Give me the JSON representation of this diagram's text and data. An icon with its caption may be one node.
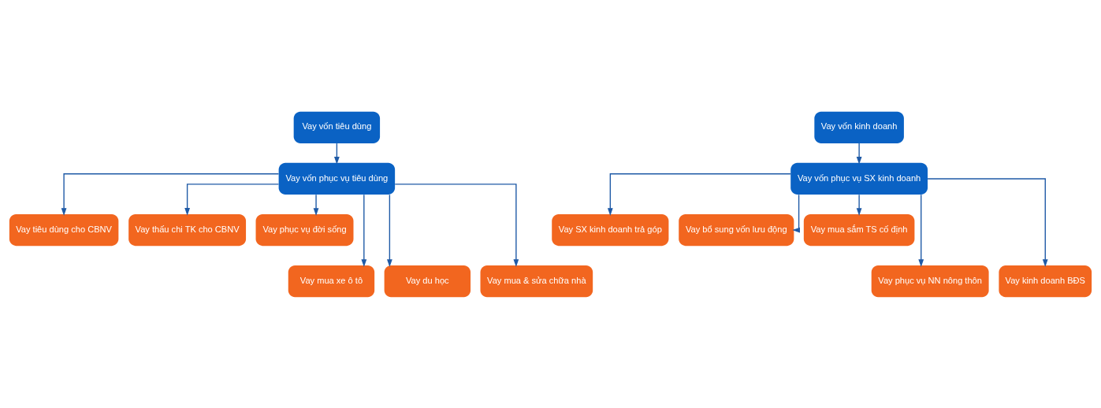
{
  "diagram": {
    "nodes": [
      {
        "text": [
          "Vay vốn tiêu dùng"
        ]
      },
      {
        "text": [
          "Vay vốn phục vụ tiêu dùng"
        ]
      },
      {
        "text": [
          "Vay tiêu dùng cho CBNV"
        ]
      },
      {
        "text": [
          "Vay thấu chi TK cho CBNV"
        ]
      },
      {
        "text": [
          "Vay phục vụ đời sống"
        ]
      },
      {
        "text": [
          "Vay mua xe ô tô"
        ]
      },
      {
        "text": [
          "Vay du học"
        ]
      },
      {
        "text": [
          "Vay mua & sửa chữa nhà"
        ]
      },
      {
        "text": [
          "Vay vốn kinh doanh"
        ]
      },
      {
        "text": [
          "Vay vốn phục vụ SX kinh doanh"
        ]
      },
      {
        "text": [
          "Vay SX kinh doanh trả góp"
        ]
      },
      {
        "text": [
          "Vay bổ sung vốn lưu động"
        ]
      },
      {
        "text": [
          "Vay mua sắm TS cố định"
        ]
      },
      {
        "text": [
          "Vay phục vụ NN nông thôn"
        ]
      },
      {
        "text": [
          "Vay kinh doanh BĐS"
        ]
      }
    ],
    "edges": [
      {
        "from": 0,
        "to": 1,
        "arrow": "to"
      },
      {
        "from": 1,
        "to": 2,
        "arrow": "to"
      },
      {
        "from": 1,
        "to": 5,
        "arrow": "to"
      },
      {
        "from": 1,
        "to": 3,
        "arrow": "to"
      },
      {
        "from": 1,
        "to": 6,
        "arrow": "to"
      },
      {
        "from": 1,
        "to": 4,
        "arrow": "to"
      },
      {
        "from": 1,
        "to": 7,
        "arrow": "to"
      },
      {
        "from": 8,
        "to": 9,
        "arrow": "to"
      },
      {
        "from": 9,
        "to": 10,
        "arrow": "to"
      },
      {
        "from": 9,
        "to": 13,
        "arrow": "to"
      },
      {
        "from": 9,
        "to": 11,
        "arrow": "to"
      },
      {
        "from": 9,
        "to": 14,
        "arrow": "to"
      },
      {
        "from": 9,
        "to": 12,
        "arrow": "to"
      }
    ]
  }
}
